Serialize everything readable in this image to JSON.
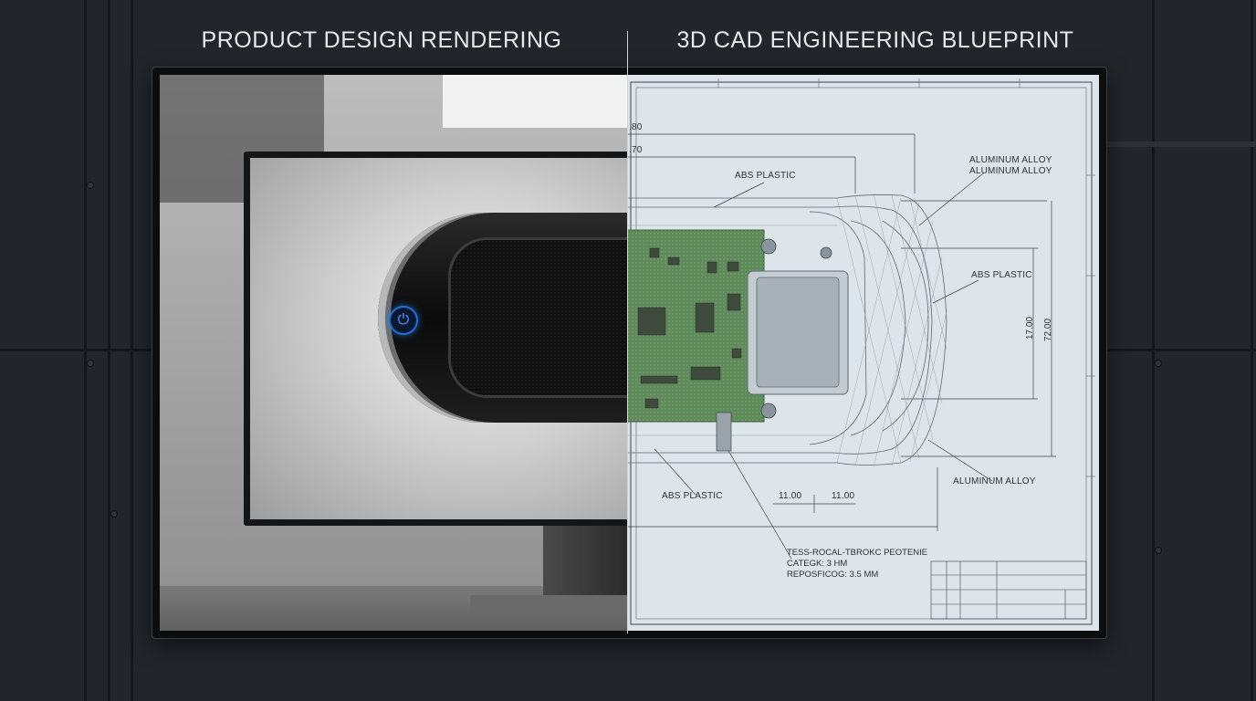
{
  "headings": {
    "left": "PRODUCT DESIGN RENDERING",
    "right": "3D CAD ENGINEERING BLUEPRINT"
  },
  "render": {
    "power_icon": "power-icon"
  },
  "blueprint": {
    "dims": {
      "d1": ".80",
      "d2": ".70",
      "height_a": "17.00",
      "height_b": "72.00",
      "width_a": "11.00",
      "width_b": "11.00"
    },
    "materials": {
      "abs_top": "ABS PLASTIC",
      "alu_1": "ALUMINUM ALLOY",
      "alu_2": "ALUMINUM ALLOY",
      "abs_right": "ABS PLASTIC",
      "abs_bottom": "ABS PLASTIC",
      "alu_bottom": "ALUMINUM ALLOY"
    },
    "notes": {
      "line1": "TESS-ROCAL-TBROKC PEOTENIE",
      "line2": "CATEGK: 3 HM",
      "line3": "REPOSFICOG: 3.5 MM"
    }
  },
  "colors": {
    "power_glow": "#2d8cff",
    "pcb": "#5f8a5a",
    "blueprint_bg": "#dde4ea"
  }
}
